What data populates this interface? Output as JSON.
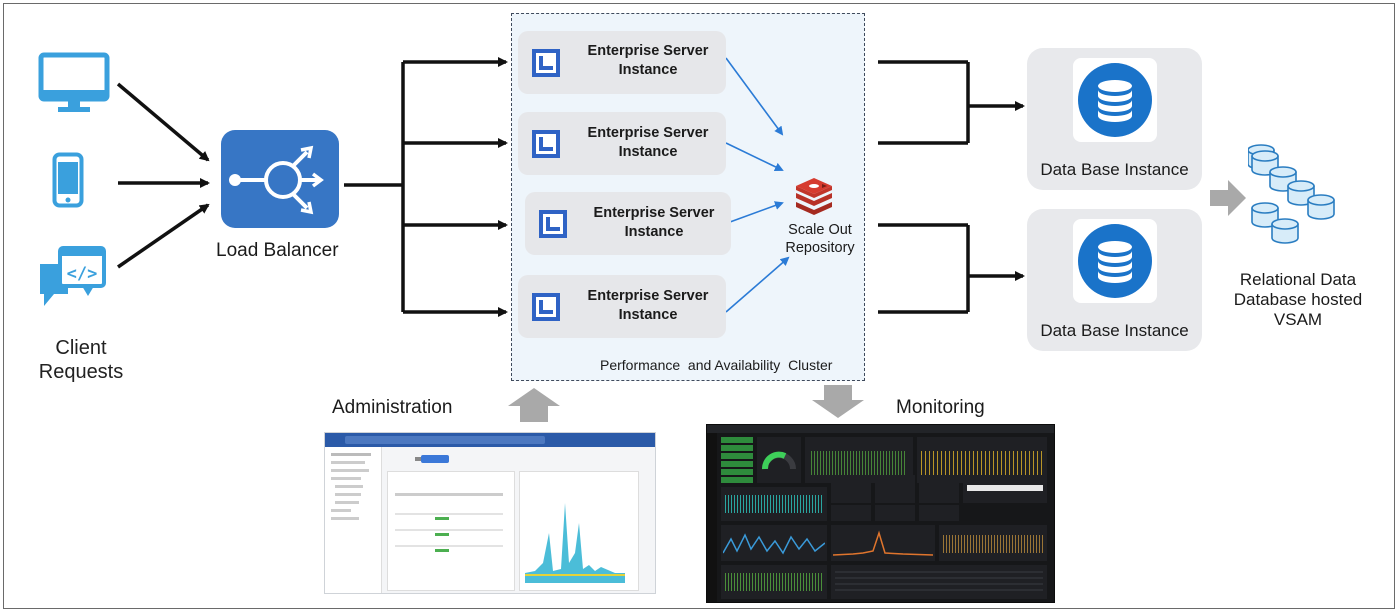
{
  "client": {
    "label_line1": "Client",
    "label_line2": "Requests",
    "icons": [
      "desktop-monitor-icon",
      "mobile-phone-icon",
      "code-chat-icon"
    ]
  },
  "load_balancer": {
    "label": "Load Balancer",
    "icon": "load-balancer-icon"
  },
  "cluster": {
    "label": "Performance  and Availability  Cluster",
    "servers": [
      {
        "line1": "Enterprise Server",
        "line2": "Instance"
      },
      {
        "line1": "Enterprise Server",
        "line2": "Instance"
      },
      {
        "line1": "Enterprise Server",
        "line2": "Instance"
      },
      {
        "line1": "Enterprise Server",
        "line2": "Instance"
      }
    ],
    "repository": {
      "line1": "Scale Out",
      "line2": "Repository",
      "icon": "redis-icon"
    }
  },
  "databases": [
    {
      "label": "Data Base Instance",
      "icon": "database-icon"
    },
    {
      "label": "Data Base Instance",
      "icon": "database-icon"
    }
  ],
  "relational": {
    "line1": "Relational Data",
    "line2": "Database hosted",
    "line3": "VSAM",
    "icon": "database-cluster-icon"
  },
  "administration": {
    "label": "Administration"
  },
  "monitoring": {
    "label": "Monitoring"
  },
  "colors": {
    "accent_blue": "#2e6fc4",
    "db_blue": "#1a73c9",
    "cluster_bg": "#eef5fb",
    "box_gray": "#e6e7ea",
    "arrow_gray": "#a9a9a9",
    "redis_red": "#d63b2f"
  }
}
